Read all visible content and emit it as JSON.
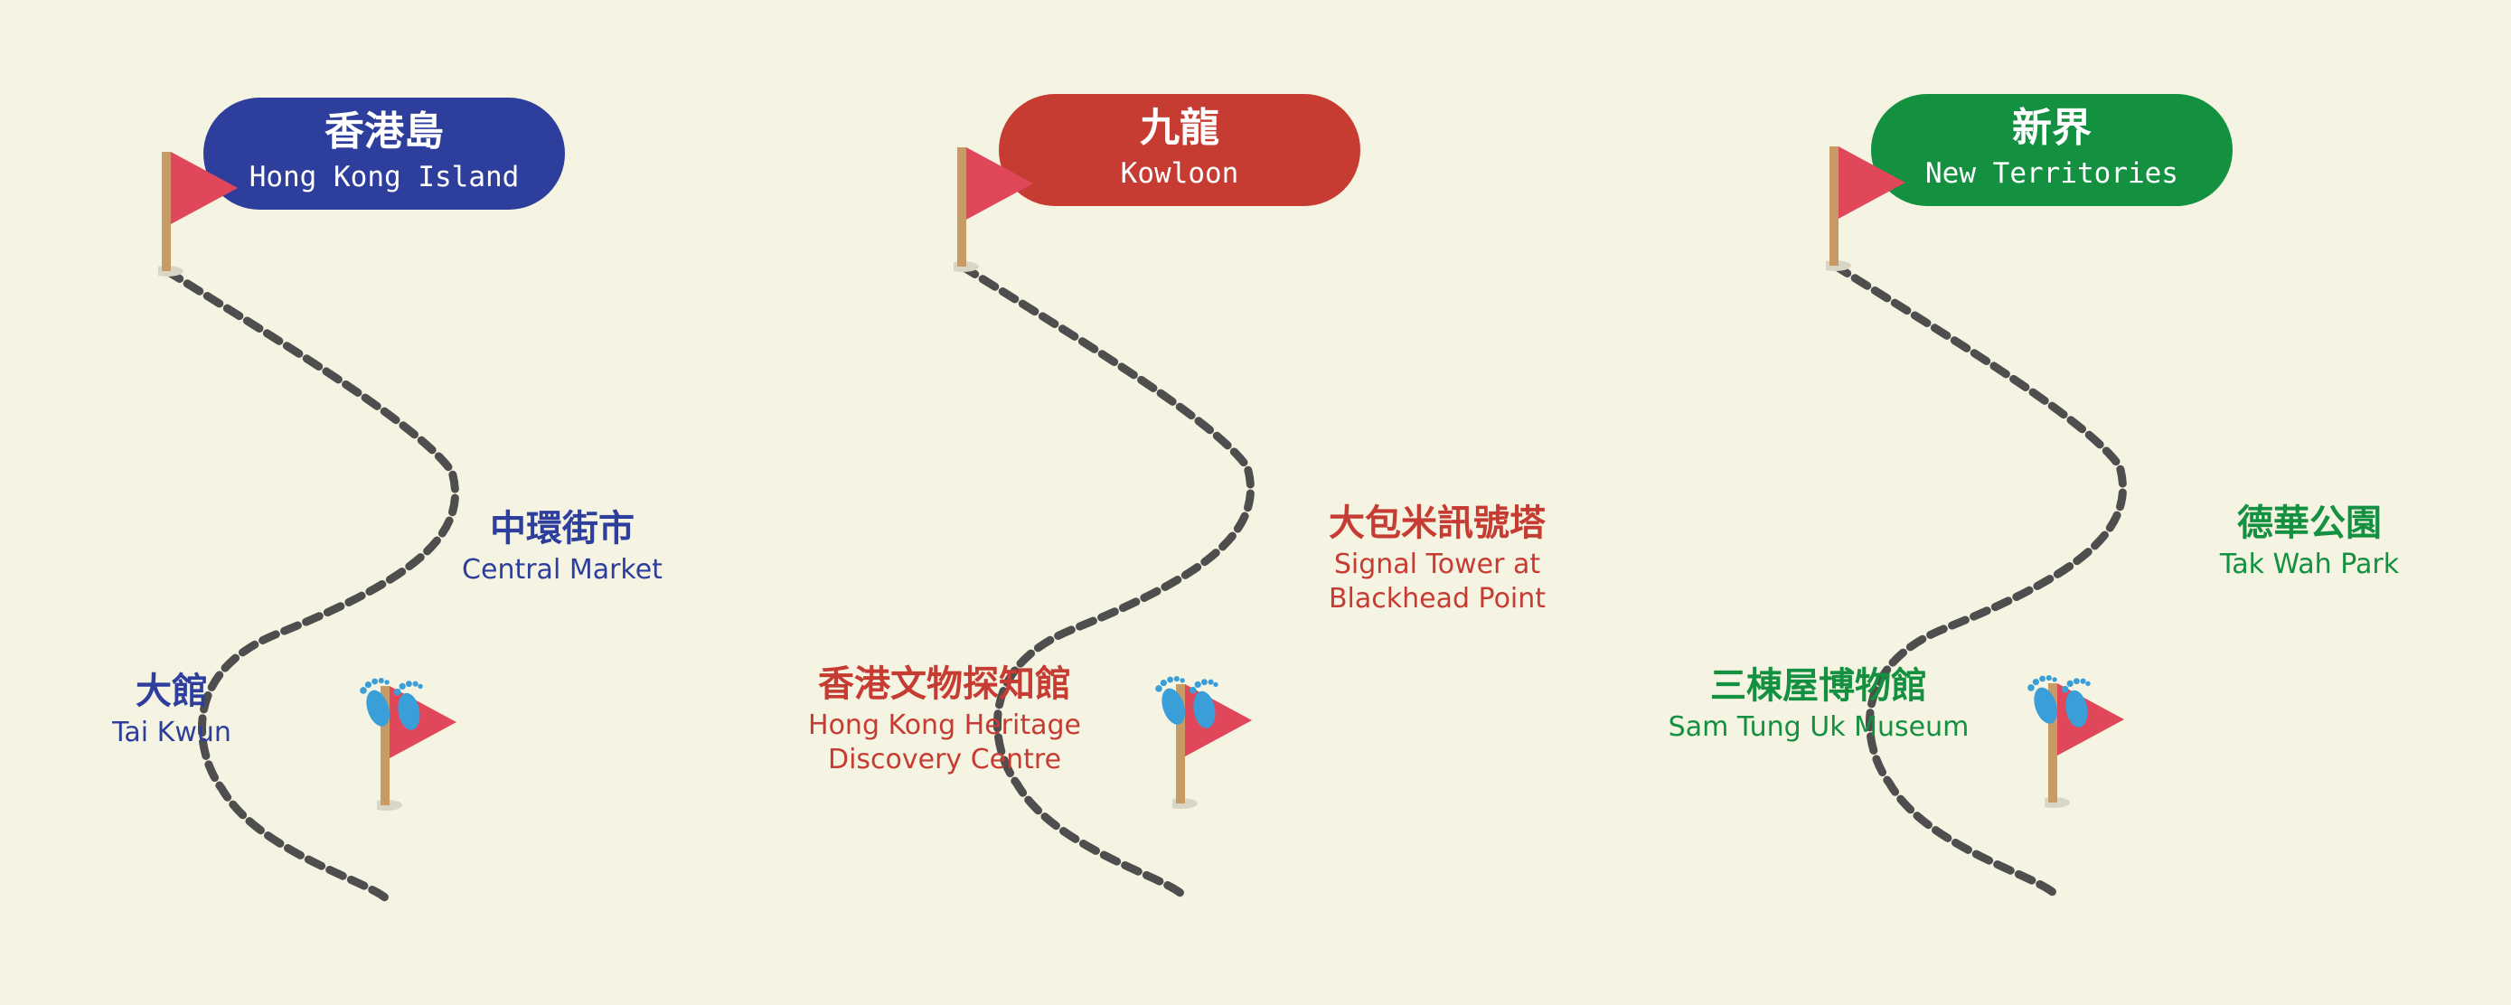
{
  "palette": {
    "background": "#f5f3e1",
    "flag": "#e0475a",
    "pole": "#c89a66",
    "path": "#4e4e4e",
    "footprints": "#3a9fd8"
  },
  "icons": {
    "start": "flag-icon",
    "finish": "flag-icon",
    "walk": "footprints-icon"
  },
  "regions": [
    {
      "title_zh": "香港島",
      "title_en": "Hong Kong Island",
      "color": "#2e3e9c",
      "stops": [
        {
          "zh": "中環街市",
          "en": [
            "Central Market"
          ]
        },
        {
          "zh": "大館",
          "en": [
            "Tai Kwun"
          ]
        }
      ]
    },
    {
      "title_zh": "九龍",
      "title_en": "Kowloon",
      "color": "#c63c33",
      "stops": [
        {
          "zh": "大包米訊號塔",
          "en": [
            "Signal Tower at",
            "Blackhead Point"
          ]
        },
        {
          "zh": "香港文物探知館",
          "en": [
            "Hong Kong Heritage",
            "Discovery Centre"
          ]
        }
      ]
    },
    {
      "title_zh": "新界",
      "title_en": "New Territories",
      "color": "#139040",
      "stops": [
        {
          "zh": "德華公園",
          "en": [
            "Tak Wah Park"
          ]
        },
        {
          "zh": "三棟屋博物館",
          "en": [
            "Sam Tung Uk Museum"
          ]
        }
      ]
    }
  ]
}
